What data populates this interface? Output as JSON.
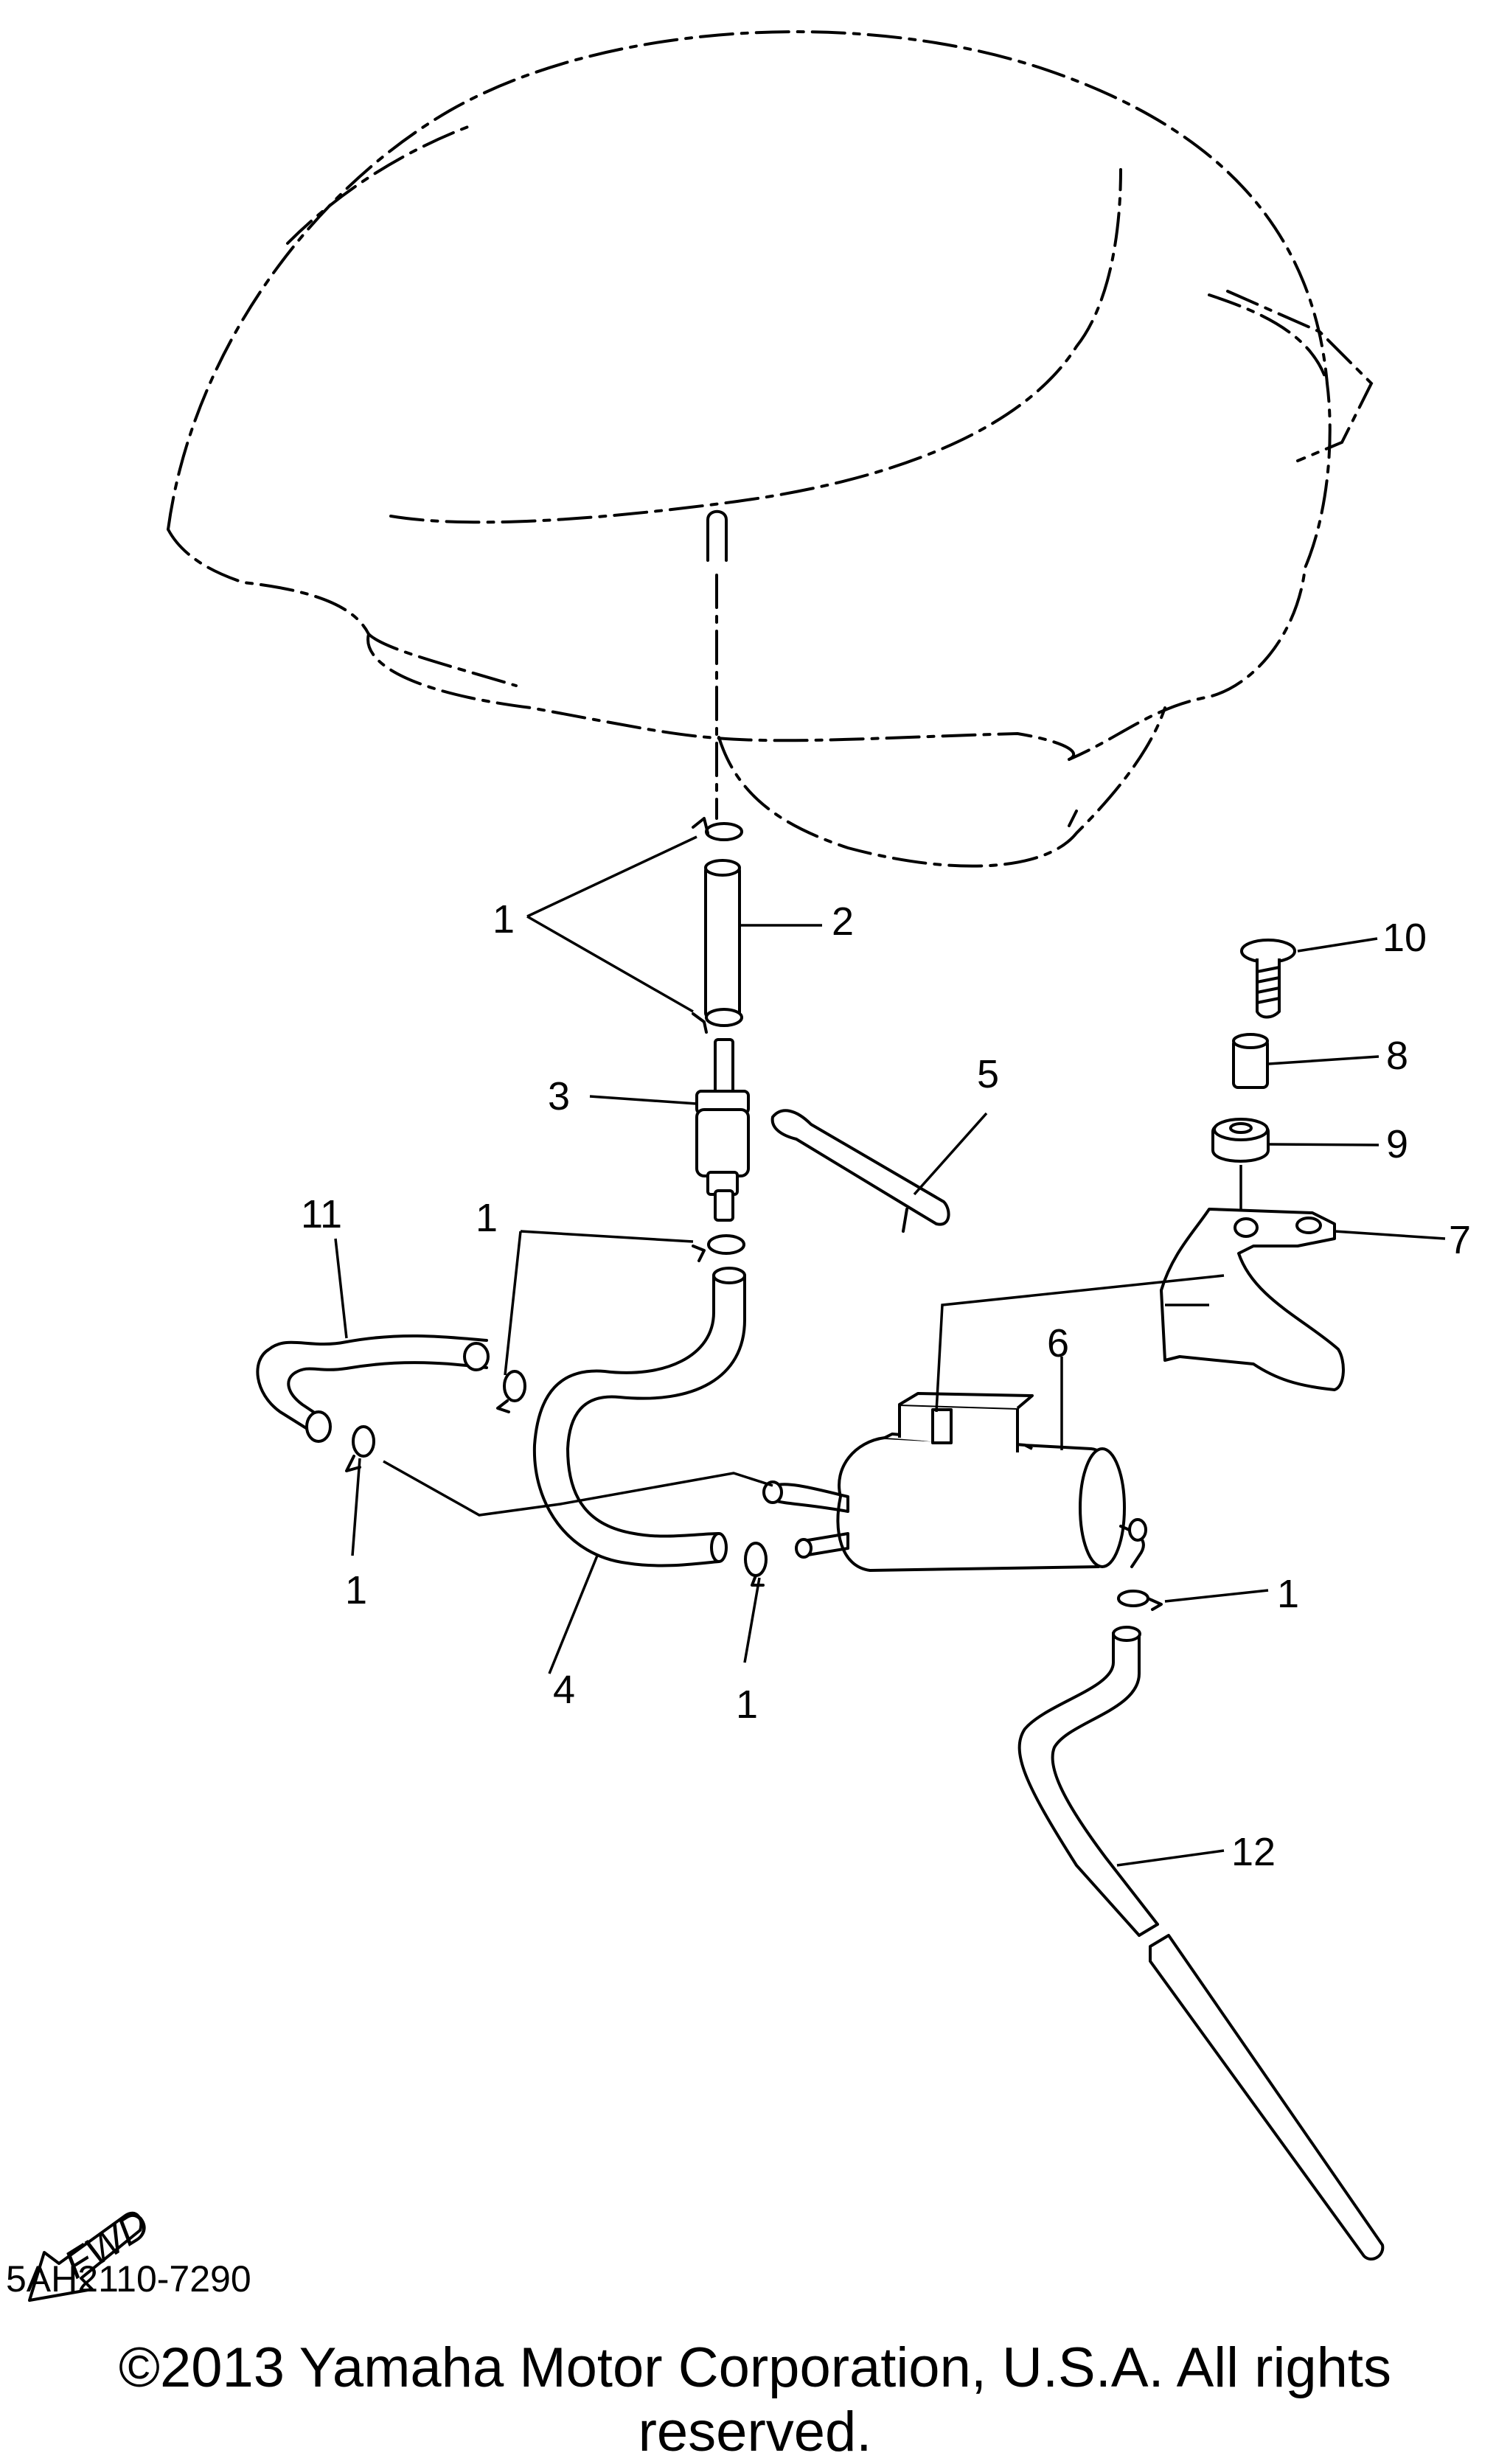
{
  "callouts": {
    "c1": "1",
    "c2": "2",
    "c3": "3",
    "c4": "4",
    "c5": "5",
    "c6": "6",
    "c7": "7",
    "c8": "8",
    "c9": "9",
    "c10": "10",
    "c11": "11",
    "c12": "12"
  },
  "fwd_label": "FWD",
  "diagram_code": "5AH2110-7290",
  "copyright": "©2013 Yamaha Motor Corporation, U.S.A. All rights reserved."
}
